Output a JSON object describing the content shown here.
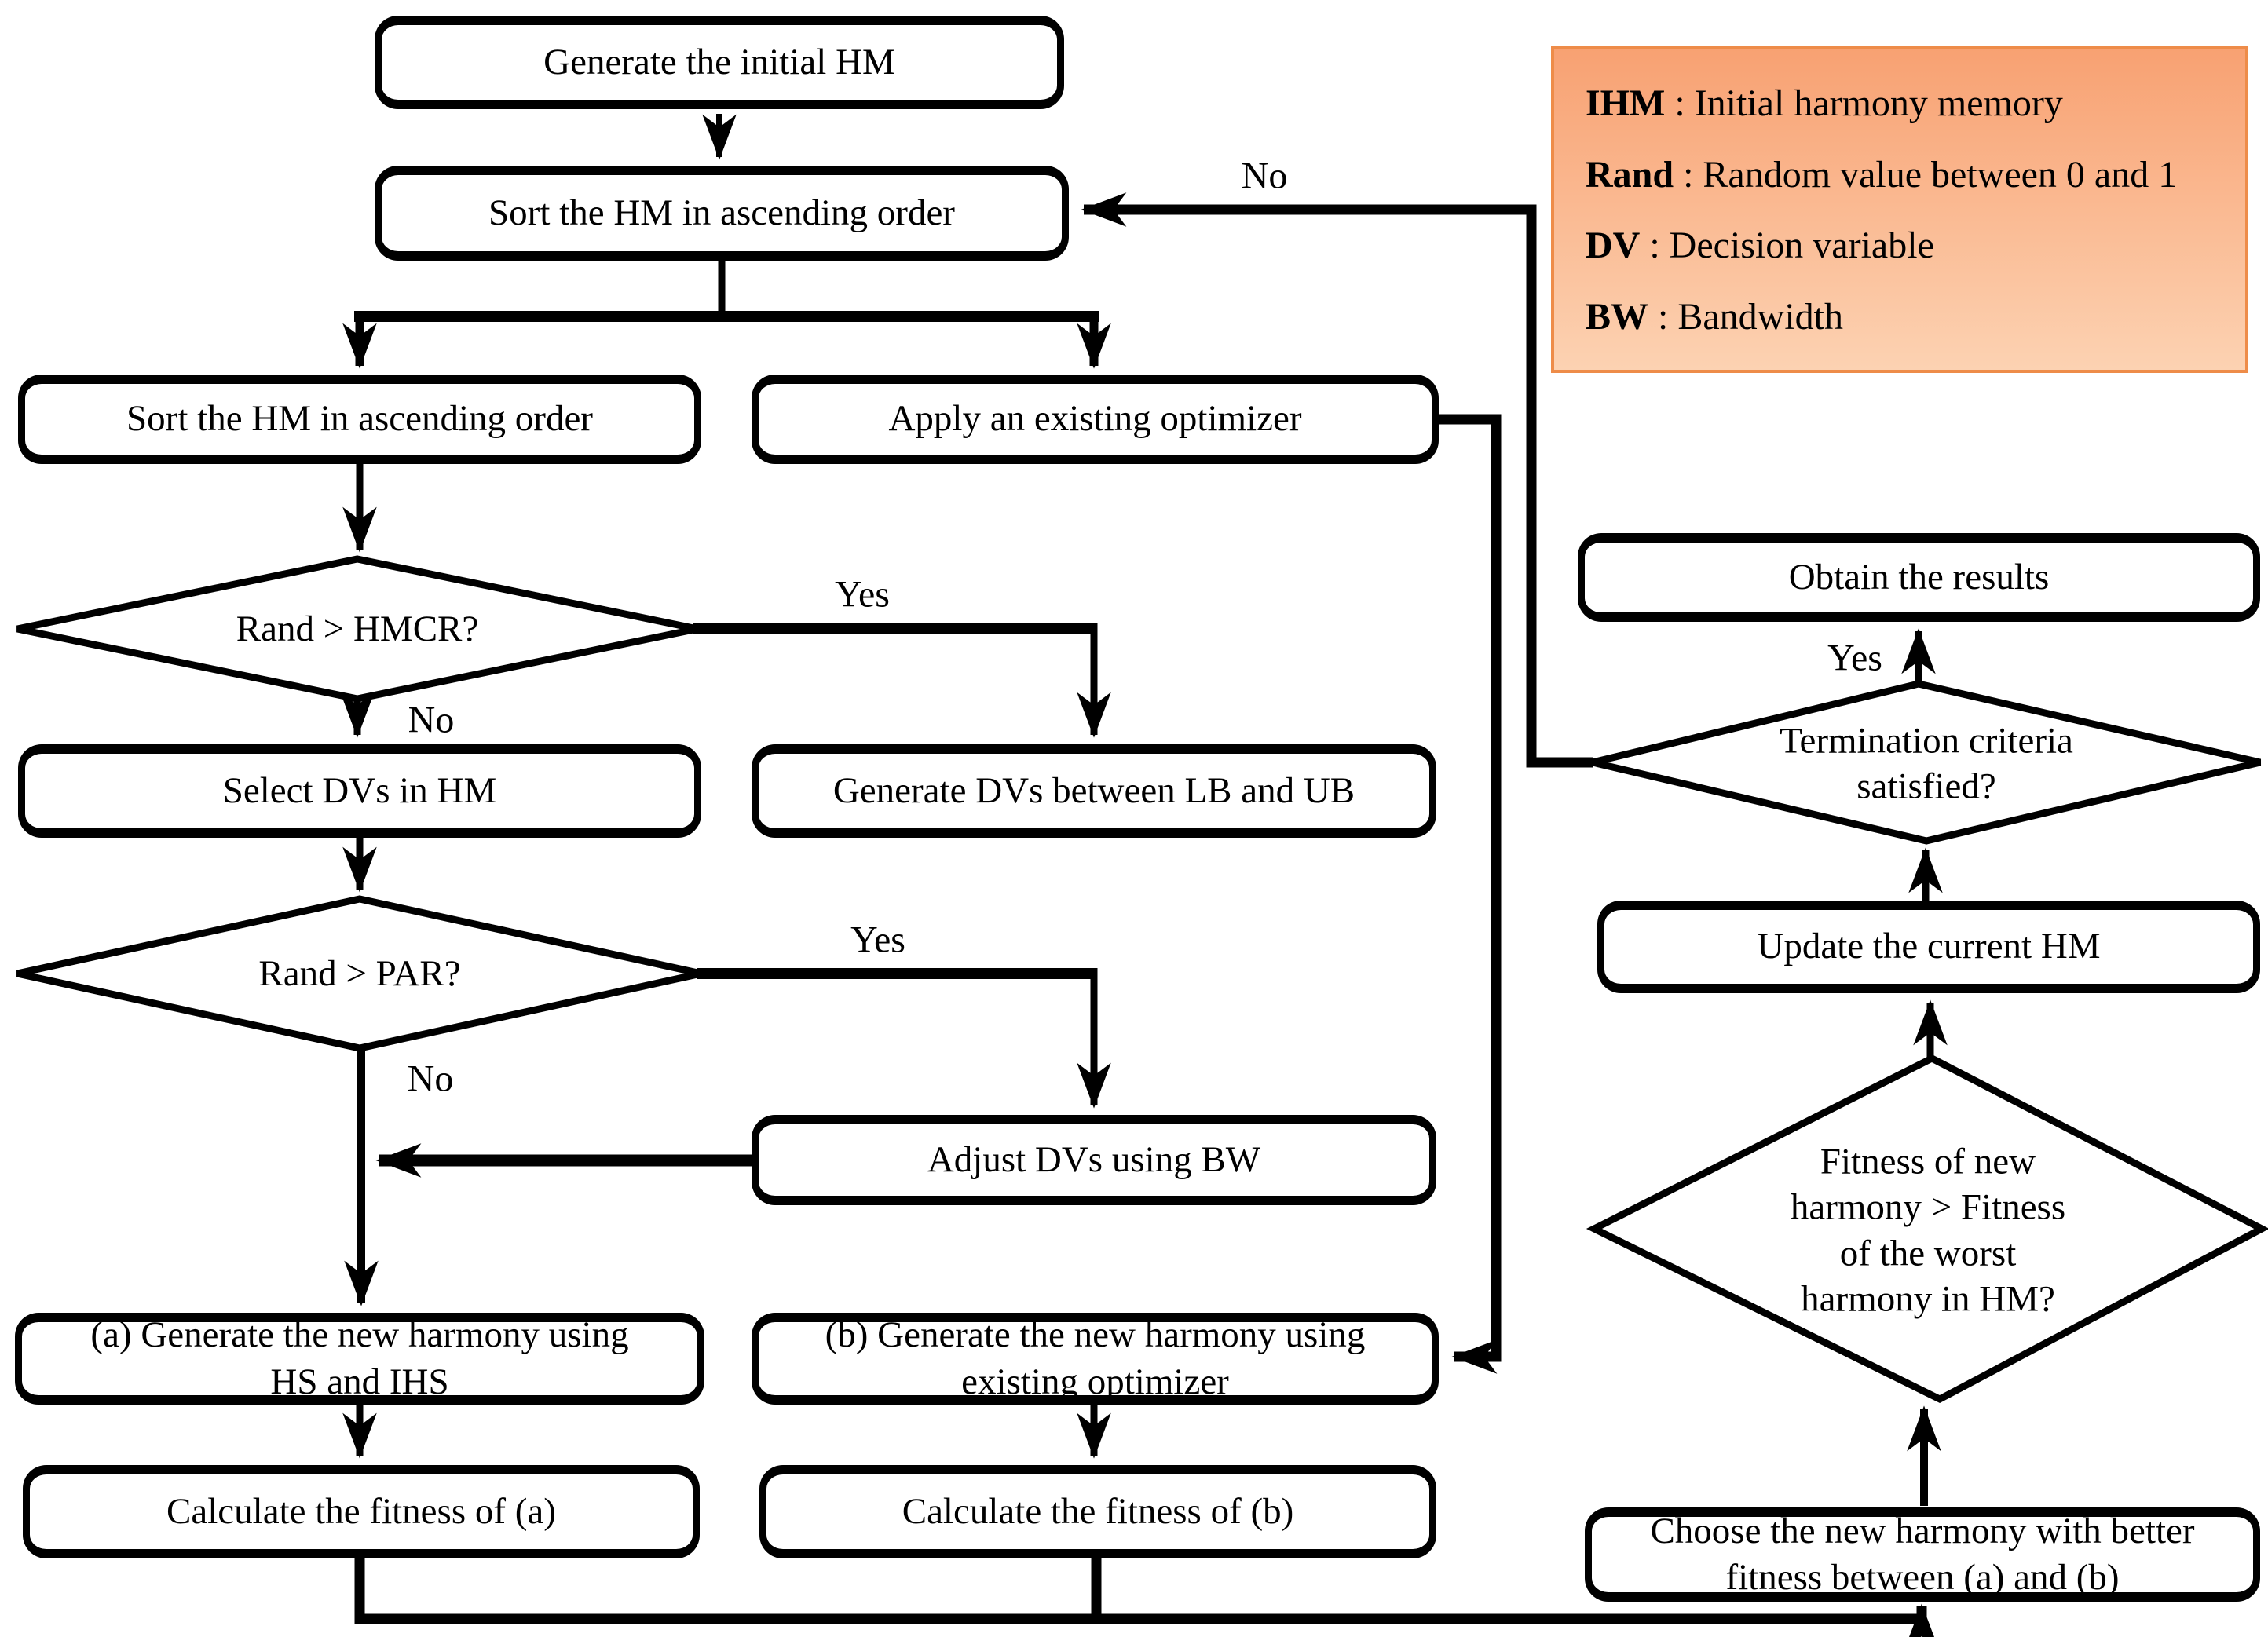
{
  "colors": {
    "legend_top": "#f8a172",
    "legend_bottom": "#fcd2b2",
    "legend_border": "#ee8c49",
    "line": "#000000",
    "node_bg": "#ffffff"
  },
  "flowchart": {
    "nodes": {
      "generate_initial_hm": {
        "label": "Generate the initial HM"
      },
      "sort_hm_top": {
        "label": "Sort the HM in ascending order"
      },
      "sort_hm_left": {
        "label": "Sort the HM in ascending order"
      },
      "apply_optimizer": {
        "label": "Apply an existing optimizer"
      },
      "select_dvs": {
        "label": "Select DVs in HM"
      },
      "generate_dvs": {
        "label": "Generate DVs between LB and UB"
      },
      "adjust_dvs": {
        "label": "Adjust DVs using BW"
      },
      "gen_harmony_a": {
        "line1": "(a) Generate the new harmony using",
        "line2": "HS and IHS"
      },
      "gen_harmony_b": {
        "line1": "(b) Generate the new harmony using",
        "line2": "existing optimizer"
      },
      "calc_fitness_a": {
        "label": "Calculate the fitness of (a)"
      },
      "calc_fitness_b": {
        "label": "Calculate the fitness of (b)"
      },
      "obtain_results": {
        "label": "Obtain the results"
      },
      "update_hm": {
        "label": "Update the current HM"
      },
      "choose_harmony": {
        "line1": "Choose the new harmony with better",
        "line2": "fitness between (a) and (b)"
      }
    },
    "decisions": {
      "rand_hmcr": {
        "label": "Rand > HMCR?"
      },
      "rand_par": {
        "label": "Rand > PAR?"
      },
      "termination": {
        "line1": "Termination criteria",
        "line2": "satisfied?"
      },
      "fitness_compare": {
        "line1": "Fitness of new",
        "line2": "harmony > Fitness",
        "line3": "of the worst",
        "line4": "harmony in HM?"
      }
    },
    "edge_labels": {
      "hmcr_yes": "Yes",
      "hmcr_no": "No",
      "par_yes": "Yes",
      "par_no": "No",
      "termination_yes": "Yes",
      "termination_no": "No"
    },
    "legend": {
      "items": [
        {
          "term": "IHM",
          "sep": " : ",
          "desc": "Initial harmony memory"
        },
        {
          "term": "Rand",
          "sep": " : ",
          "desc": "Random value between 0 and 1"
        },
        {
          "term": "DV",
          "sep": " : ",
          "desc": "Decision variable"
        },
        {
          "term": "BW",
          "sep": " : ",
          "desc": "Bandwidth"
        }
      ]
    }
  }
}
